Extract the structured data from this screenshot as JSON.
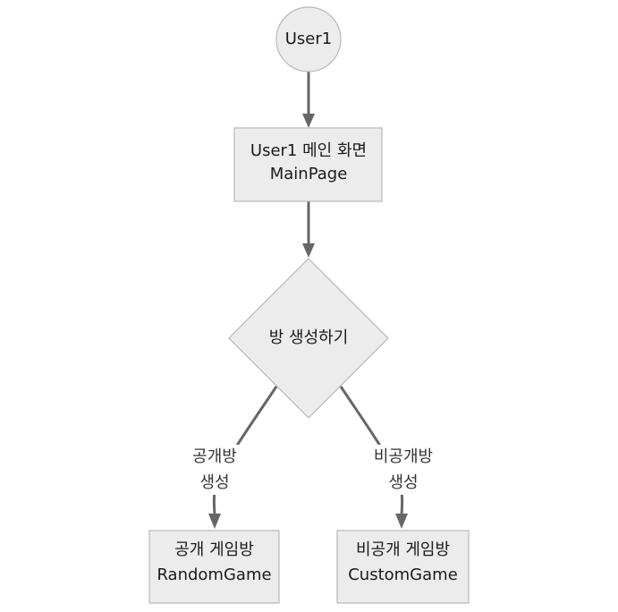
{
  "nodes": {
    "user": {
      "label": "User1"
    },
    "main": {
      "line1": "User1 메인 화면",
      "line2": "MainPage"
    },
    "decision": {
      "label": "방 생성하기"
    },
    "random": {
      "line1": "공개 게임방",
      "line2": "RandomGame"
    },
    "custom": {
      "line1": "비공개 게임방",
      "line2": "CustomGame"
    }
  },
  "edges": {
    "to_random": {
      "line1": "공개방",
      "line2": "생성"
    },
    "to_custom": {
      "line1": "비공개방",
      "line2": "생성"
    }
  },
  "colors": {
    "node_fill": "#ececec",
    "node_stroke": "#b8b8b8",
    "edge": "#666666"
  }
}
